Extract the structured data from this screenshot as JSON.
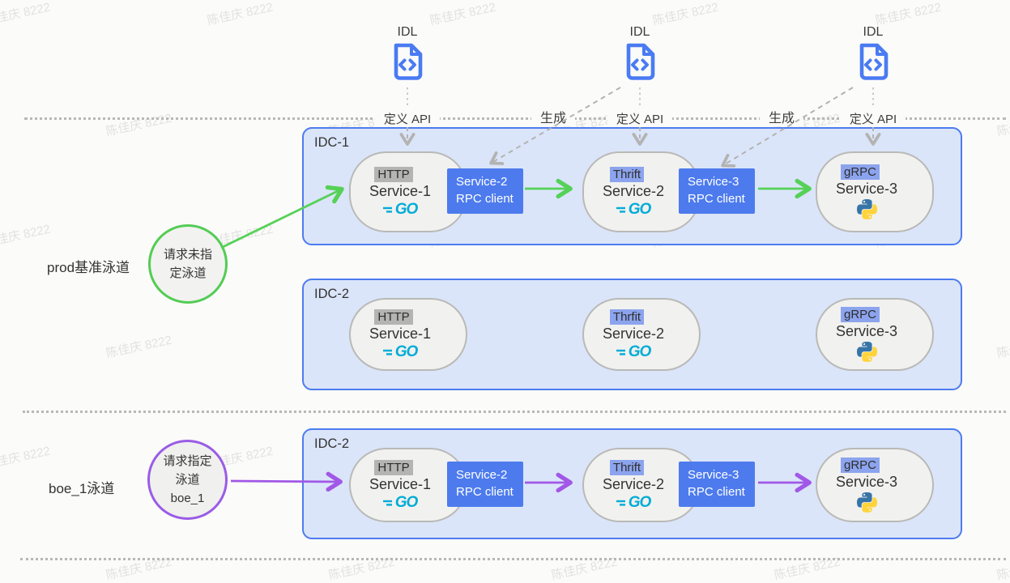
{
  "watermark": {
    "text": "陈佳庆 8222"
  },
  "colors": {
    "idc_border": "#4d7bf0",
    "idc_fill": "#dbe5f9",
    "service_fill": "#f1f1ef",
    "service_border": "#b9b9b7",
    "rpc_client_fill": "#4d7bee",
    "tag_http_bg": "#b4b4b2",
    "tag_rpc_bg": "#8ca4ee",
    "arrow_green": "#56d158",
    "arrow_purple": "#a158e6",
    "dashed_grey": "#b3b3b3",
    "idl_blue": "#4a7bf2",
    "go_cyan": "#00acd7",
    "python_blue": "#3774a8",
    "python_yellow": "#ffd43b"
  },
  "idl": {
    "label": "IDL",
    "define_api": "定义 API",
    "generate": "生成"
  },
  "lanes": {
    "prod": {
      "label": "prod基准泳道",
      "circle": {
        "line1": "请求未指",
        "line2": "定泳道"
      },
      "idc1": {
        "label": "IDC-1",
        "services": [
          {
            "protocol": "HTTP",
            "name": "Service-1",
            "lang": "go"
          },
          {
            "protocol": "Thrift",
            "name": "Service-2",
            "lang": "go"
          },
          {
            "protocol": "gRPC",
            "name": "Service-3",
            "lang": "python"
          }
        ],
        "rpc_clients": [
          {
            "line1": "Service-2",
            "line2": "RPC client"
          },
          {
            "line1": "Service-3",
            "line2": "RPC client"
          }
        ]
      },
      "idc2": {
        "label": "IDC-2",
        "services": [
          {
            "protocol": "HTTP",
            "name": "Service-1",
            "lang": "go"
          },
          {
            "protocol": "Thrfit",
            "name": "Service-2",
            "lang": "go"
          },
          {
            "protocol": "gRPC",
            "name": "Service-3",
            "lang": "python"
          }
        ]
      }
    },
    "boe": {
      "label": "boe_1泳道",
      "circle": {
        "line1": "请求指定",
        "line2": "泳道",
        "line3": "boe_1"
      },
      "idc2": {
        "label": "IDC-2",
        "services": [
          {
            "protocol": "HTTP",
            "name": "Service-1",
            "lang": "go"
          },
          {
            "protocol": "Thrift",
            "name": "Service-2",
            "lang": "go"
          },
          {
            "protocol": "gRPC",
            "name": "Service-3",
            "lang": "python"
          }
        ],
        "rpc_clients": [
          {
            "line1": "Service-2",
            "line2": "RPC client"
          },
          {
            "line1": "Service-3",
            "line2": "RPC client"
          }
        ]
      }
    }
  },
  "logos": {
    "go": "GO"
  }
}
